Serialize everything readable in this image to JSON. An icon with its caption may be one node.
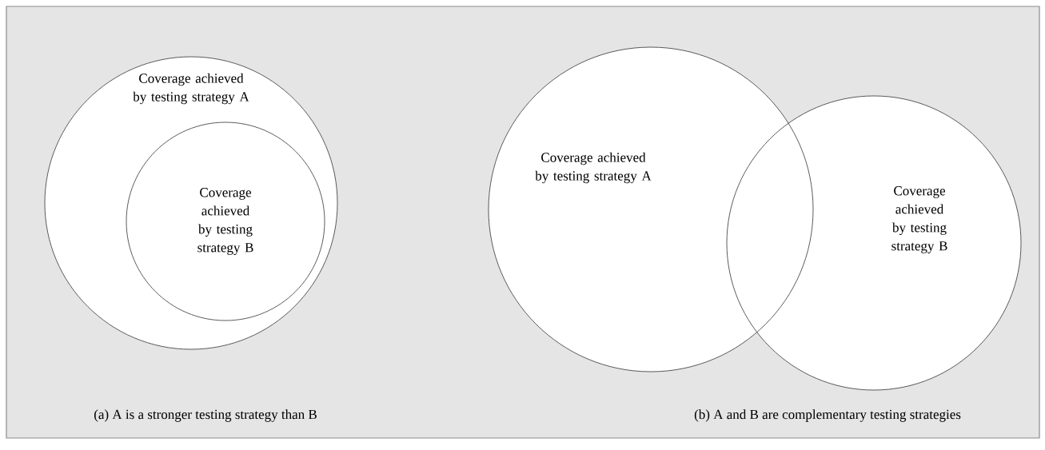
{
  "diagram": {
    "nodes": [
      {
        "text": [
          "Coverage achieved by testing strategy A"
        ]
      },
      {
        "text": [
          "Coverage achieved by testing strategy B"
        ],
        "in": 0
      },
      {
        "text": [
          "Coverage achieved by testing strategy A"
        ]
      },
      {
        "text": [
          "Coverage achieved by testing strategy B"
        ]
      }
    ],
    "labels": [
      "(a) A is a stronger testing strategy than B",
      "(b) A and B are complementary testing strategies"
    ]
  }
}
